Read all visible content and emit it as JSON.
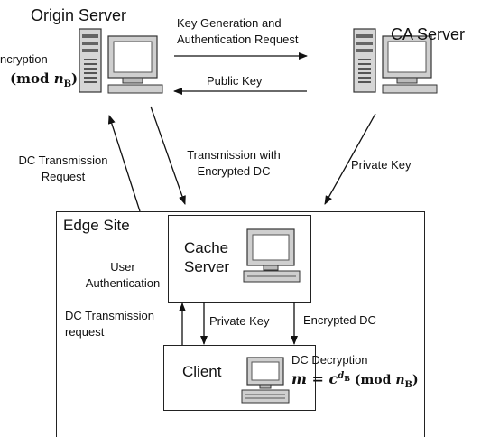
{
  "origin": {
    "title": "Origin Server",
    "enc_partial": "ncryption",
    "mod_prefix": "(mod ",
    "mod_var": "n",
    "mod_sub": "B",
    "mod_suffix": ")"
  },
  "ca": {
    "title": "CA Server"
  },
  "arrows": {
    "key_gen_line1": "Key Generation and",
    "key_gen_line2": "Authentication Request",
    "public_key": "Public Key",
    "dc_request_line1": "DC Transmission",
    "dc_request_line2": "Request",
    "transmission_line1": "Transmission with",
    "transmission_line2": "Encrypted DC",
    "private_key_ca": "Private Key",
    "user_auth_line1": "User",
    "user_auth_line2": "Authentication",
    "dc_request2_line1": "DC Transmission",
    "dc_request2_line2": "request",
    "private_key_cache": "Private Key",
    "encrypted_dc": "Encrypted DC"
  },
  "edge": {
    "title": "Edge Site"
  },
  "cache": {
    "line1": "Cache",
    "line2": "Server"
  },
  "client": {
    "label": "Client",
    "dec_title": "DC Decryption",
    "m": "m",
    "eq": " = ",
    "c": "c",
    "exp_d": "d",
    "exp_sub": "B",
    "mod_prefix": " (mod ",
    "mod_var": "n",
    "mod_sub": "B",
    "mod_suffix": ")"
  }
}
